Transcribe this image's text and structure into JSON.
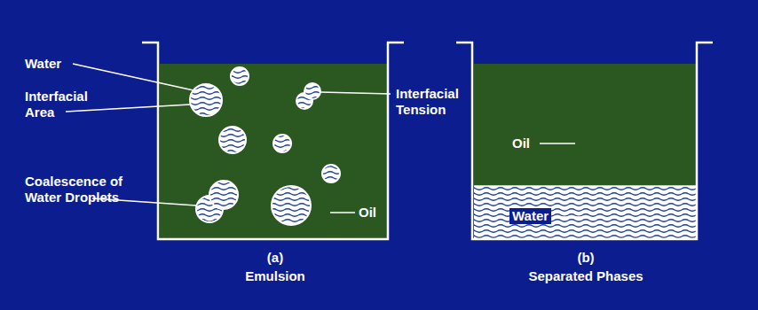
{
  "diagram": {
    "labels": [
      "Water",
      "Interfacial Area",
      "Coalescence of Water Droplets",
      "Interfacial Tension",
      "Oil",
      "(a)",
      "Emulsion",
      "Oil",
      "Water",
      "(b)",
      "Separated Phases"
    ]
  }
}
